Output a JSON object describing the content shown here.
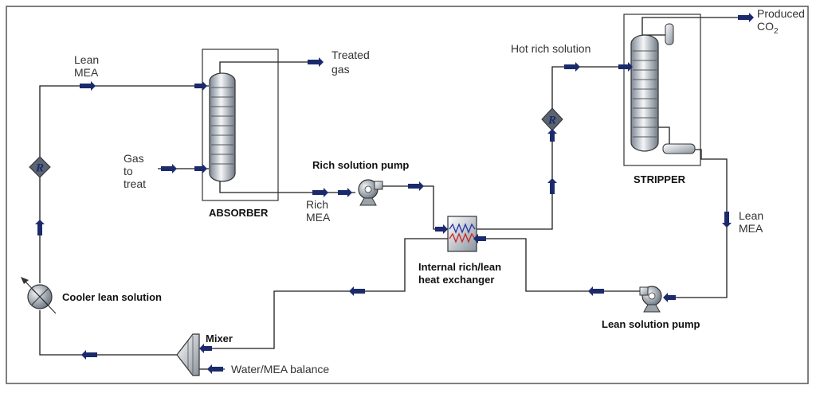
{
  "labels": {
    "lean_mea_top": [
      "Lean",
      "MEA"
    ],
    "treated_gas": [
      "Treated",
      "gas"
    ],
    "gas_to_treat": [
      "Gas",
      "to",
      "treat"
    ],
    "absorber": "ABSORBER",
    "rich_solution_pump": "Rich solution pump",
    "rich_mea": [
      "Rich",
      "MEA"
    ],
    "hot_rich_solution": "Hot rich solution",
    "produced": "Produced",
    "co2_base": "CO",
    "co2_sub": "2",
    "stripper": "STRIPPER",
    "lean_mea_right": [
      "Lean",
      "MEA"
    ],
    "heat_exchanger": [
      "Internal rich/lean",
      "heat exchanger"
    ],
    "lean_solution_pump": "Lean solution pump",
    "cooler_lean_solution": "Cooler lean solution",
    "mixer": "Mixer",
    "water_mea_balance": "Water/MEA balance",
    "recycle_symbol": "R"
  },
  "colors": {
    "arrow": "#1a2a6c",
    "recycle_block": "#5a6470",
    "hx_hot_coil": "#cc2222",
    "hx_cold_coil": "#2233aa"
  }
}
